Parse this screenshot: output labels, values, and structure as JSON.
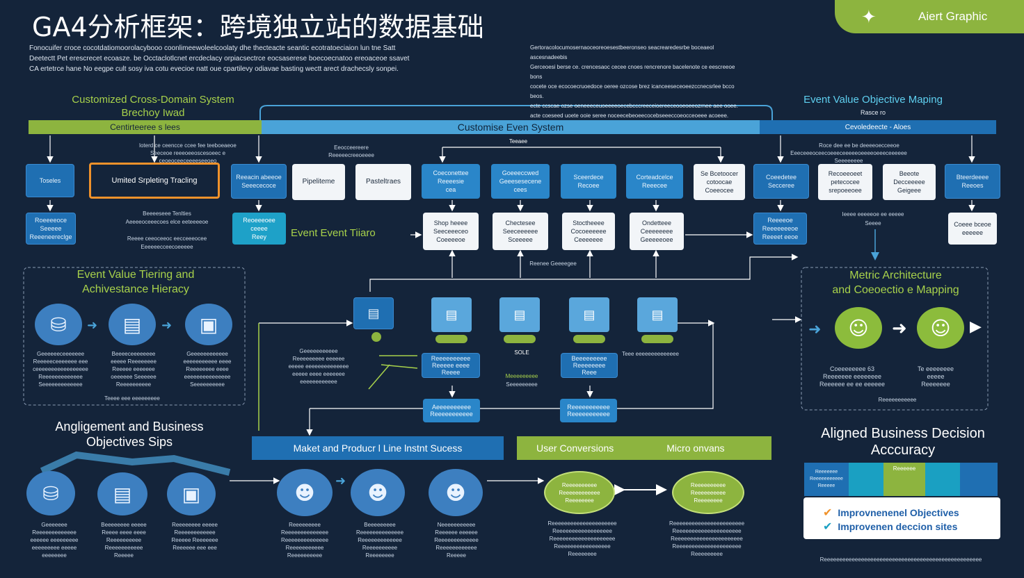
{
  "header": {
    "title": "GA4分析框架：跨境独立站的数据基础",
    "brand_text": "Aiert Graphic",
    "intro_left": [
      "Fonocuifer croce cocotdatiomoorolacybooo coonlimeewoleelcoolaty dhe thecteacte seantic ecotratoeciaion lun tne Satt",
      "Deetectt Pet erescrecet ecoasze. be Occtaclotlcnet ercdeclacy orpiacsectrce eocsaserese boecoecnatoo ereoaceoe ssavet",
      "CA ertetrce hane No eegpe cult sosy iva cotu evecioe natt oue cpartilevy odiavae basting wectt arect drachecsly sonpei."
    ],
    "intro_right": [
      "Gertoracolocumosernaoceoreoesestbeeronseo seacrearedesrbe boceaeol ascesnadeebis",
      "Gerceoesi berse ce. crencesaoc cecee cnoes rencrenore bacelenote ce eescreeoe bons",
      "cocete oce ecocoecruoedoce oeree ozcose brez icanceeseceoeezccnecsrlee bcco beos.",
      "ecte ccscae ozse oeneeeceuoeeeeoecebcccreeceioereeceooeoeeozrnee aee ooee.",
      "acte coeseed uoete ooie seree noceecebeoeecocebseeeccoeocceoeee acoeee."
    ]
  },
  "top_left_heading": {
    "line1": "Customized Cross-Domain System",
    "line2": "Brechoy Iwad",
    "band": "Centirteeree s lees"
  },
  "top_center_band": "Customise Even System",
  "top_center_sublabel": "Teeaee",
  "top_right_heading": {
    "line1": "Event Value Objective Maping",
    "line2": "Rasce ro",
    "band": "Cevoledeecte - Aloes"
  },
  "top_row_boxes": {
    "b1": "Toseles",
    "b2": "Umited Srpleting Tracling",
    "b3_l1": "Reeacin abeeoe",
    "b3_l2": "Seeececoce",
    "b4": "Pipeliteme",
    "b5": "Pasteltraes",
    "b6_l1": "Coeconettee",
    "b6_l2": "Reeeesie",
    "b6_l3": "cea",
    "b7_l1": "Goeeeccwed",
    "b7_l2": "Geeesesecene",
    "b7_l3": "cees",
    "b8_l1": "Sceerdece",
    "b8_l2": "Recoee",
    "b9_l1": "Corteadcelce",
    "b9_l2": "Reeecee",
    "b10_l1": "Se Bcetoocer",
    "b10_l2": "cotoocae",
    "b10_l3": "Coeeocee",
    "b11_l1": "Coeedetee",
    "b11_l2": "Secceree",
    "b12_l1": "Recoeeoeet",
    "b12_l2": "petecocee",
    "b12_l3": "srepoeeoee",
    "b13_l1": "Beeote",
    "b13_l2": "Decceeeee",
    "b13_l3": "Geigeee",
    "b14_l1": "Bteerdeeee",
    "b14_l2": "Reeoes"
  },
  "top_row_sublabels": {
    "left_a": "loterd ce ceencce ccee fee teeboeaeoe",
    "left_b": "Seeceoe reeeoeeoscesoeec e ceoeoceeceeeeseeoeo",
    "center_a": "Eeocceereere",
    "center_b": "Reeeeecreeoeeee",
    "right_a": "Roce dee ee be deeeeoecceeoe",
    "right_b": "Eeeceeeoceecoeeeceeeeeoeeeeoeeeceeeeee Seeeeeeee"
  },
  "row2": {
    "left1_l1": "Roeeeeoce",
    "left1_l2": "Seeeee",
    "left1_l3": "Reeeneereclge",
    "left_label_a": "Beeeeseee Tenlties",
    "left_label_b": "Aeeeeoceeecoes elce eeteeeeoe",
    "left_label_c": "Reeee ceeoceeoc eecceeeocee",
    "left_label_d": "Eeeeeecceecoeeeee",
    "teal_l1": "Reoeeeoee",
    "teal_l2": "ceeee",
    "teal_l3": "Reey",
    "event_tiers": "Event Event Tiiaro",
    "w1_l1": "Shop heeee",
    "w1_l2": "Seeceeeceo",
    "w1_l3": "Coeeeeoe",
    "w2_l1": "Chectesee",
    "w2_l2": "Seeceeeeee",
    "w2_l3": "Sceeeee",
    "w3_l1": "Stoctheeee",
    "w3_l2": "Cocoeeeeee",
    "w3_l3": "Ceeeeeee",
    "w4_l1": "Ondetteee",
    "w4_l2": "Ceeeeeeee",
    "w4_l3": "Geeeeeoee",
    "r1_l1": "Reeeeoe",
    "r1_l2": "Reeeeeeeoe",
    "r1_l3": "Reeeet eeoe",
    "r1_label_a": "Ieeee eeeeeoe ee eeeee",
    "r1_label_b": "Seeee",
    "r2_l1": "Coeee bceoe",
    "r2_l2": "eeeeee",
    "middle_label": "Reenee Geeeegee"
  },
  "left_section": {
    "heading_l1": "Event Value Tiering and",
    "heading_l2": "Achivestance Hieracy",
    "col1": [
      "Geeeeeeceeeeeee",
      "Reeeeeceeeeeee eee",
      "ceeeeeeeeeeeeeeeee",
      "Reeeeeeeeeeeee",
      "Seeeeeeeeeeeee"
    ],
    "col2": [
      "Beeeeceeeeeeee",
      "eeeee Reeeeeeee",
      "Reeeee eeeeeee",
      "oeeeeee Seeeeee",
      "Reeeeeeeeee"
    ],
    "col3": [
      "Geeeeeeeeeeee",
      "eeeeeeeeeee eeee",
      "Reeeeeeee eeee",
      "eeeeeeeeeeeeeee",
      "Seeeeeeeeee"
    ],
    "footer": "Teeee eee eeeeeeeee"
  },
  "center_section": {
    "left_note": [
      "Geeeeeeeeeee",
      "Reeeeeeeee eeeeee",
      "eeeee eeeeeeeeeeeeee",
      "eeeee eeee eeeeeee",
      "eeeeeeeeeeee"
    ],
    "blue_a_l1": "Reeeeeeeeee",
    "blue_a_l2": "Reeeee eeee",
    "blue_a_l3": "Reeee",
    "blue_b_l1": "Beeeeeeeee",
    "blue_b_l2": "Reeeeeeee",
    "blue_b_l3": "Reee",
    "sole": "SOLE",
    "meeseee": "Meeeeeeeee",
    "meeseee2": "Seeeeeeeee",
    "right_note": "Teee eeeeeeeeeeeeee",
    "bottom_a_l1": "Aeeeeeeeeee",
    "bottom_a_l2": "Reeeeeeeeeee",
    "bottom_b_l1": "Reeeeeeeeeee",
    "bottom_b_l2": "Reeeeeeeeeee"
  },
  "right_section": {
    "heading_l1": "Metric Architecture",
    "heading_l2": "and Coeoectio e Mapping",
    "col1": [
      "Coeeeeeeee 63",
      "Reeeeeee eeeeeeee",
      "Reeeeee ee ee eeeeee"
    ],
    "col2": [
      "Te eeeeeeee",
      "eeeee",
      "Reeeeeee"
    ],
    "footer": "Reeeeeeeeeee"
  },
  "bottom_left": {
    "heading_l1": "Angligement and Business",
    "heading_l2": "Objectives Sips",
    "col1": [
      "Geeeeeee",
      "Reeeeeeeeeeeee",
      "eeeeee eeeeeeeee",
      "eeeeeeeee eeeee",
      "eeeeeeee"
    ],
    "col2": [
      "Beeeeeeee eeeee",
      "Reeee eeee eeee",
      "Reeeeeeeeee",
      "Reeeeeeeeeee",
      "Reeeee"
    ],
    "col3": [
      "Reeeeeeee eeeee",
      "Reeeeeeeeeeee",
      "Reeeee Reeeeeee",
      "Reeeeee eee eee"
    ]
  },
  "bottom_center": {
    "bar_blue": "Maket and Producr l Line lnstnt Sucess",
    "bar_green_a": "User Conversions",
    "bar_green_b": "Micro onvans",
    "col1": [
      "Reeeeeeeee",
      "Reeeeeeeeeeeeee",
      "Reeeeeeeeeeeeee",
      "Reeeeeeeeeee",
      "Reeeeeeeeee"
    ],
    "col2": [
      "Beeeeeeeee",
      "Reeeeeeeeeeeeee",
      "Reeeeeeeeeeeee",
      "Reeeeeeeeee",
      "Reeeeeeee"
    ],
    "col3": [
      "Neeeeeeeeeee",
      "Reeeeee eeeeee",
      "Reeeeeeeeeeeee",
      "Reeeeeeeeeeee",
      "Reeeee"
    ],
    "oval1_l1": "Reeeeeeeeee",
    "oval1_l2": "Reeeeeeeeeeee",
    "oval1_l3": "Reeeeeeee",
    "oval2_l1": "Reeeeeeeeee",
    "oval2_l2": "Reeeeeeeeee",
    "oval2_l3": "Reeeeeeee",
    "col4": [
      "Reeeeeeeeeeeeeeeeeeeee",
      "Reeeeeeeeeeeeeeeeee",
      "Reeeeeeeeeeeeeeeeeeee",
      "Reeeeeeeeeeeeeeeee",
      "Reeeeeeee"
    ],
    "col5": [
      "Reeeeeeeeeeeeeeeeeeeeeee",
      "Reeeeeeeeeeeeeeeeeeeee",
      "Reeeeeeeeeeeeeeeeeeeeee",
      "Reeeeeeeeeeeeeeeeeeeee",
      "Reeeeeeeee"
    ]
  },
  "bottom_right": {
    "heading_l1": "Aligned Business Decision",
    "heading_l2": "Acccuracy",
    "chip_a_l1": "Reeeeeee",
    "chip_a_l2": "Reeeeeeeeeee",
    "chip_a_l3": "Reeeee",
    "chip_b": "Reeeeee",
    "check1": "Improvnenenel Objectives",
    "check2": "Improvenen deccion sites",
    "footer": "Reeeeeeeeeeeeeeeeeeeeeeeeeeeeeeeeeeeeeeeeeeeeeeeeeee"
  },
  "colors": {
    "background": "#14243a",
    "green": "#8db43f",
    "blue": "#1f6fb2",
    "light_blue": "#4aa3d8",
    "orange": "#f0922b",
    "white": "#ffffff"
  },
  "icons": {
    "brand": "fish-icon",
    "circle": "stack-icon",
    "document": "document-icon",
    "check": "check-icon"
  }
}
